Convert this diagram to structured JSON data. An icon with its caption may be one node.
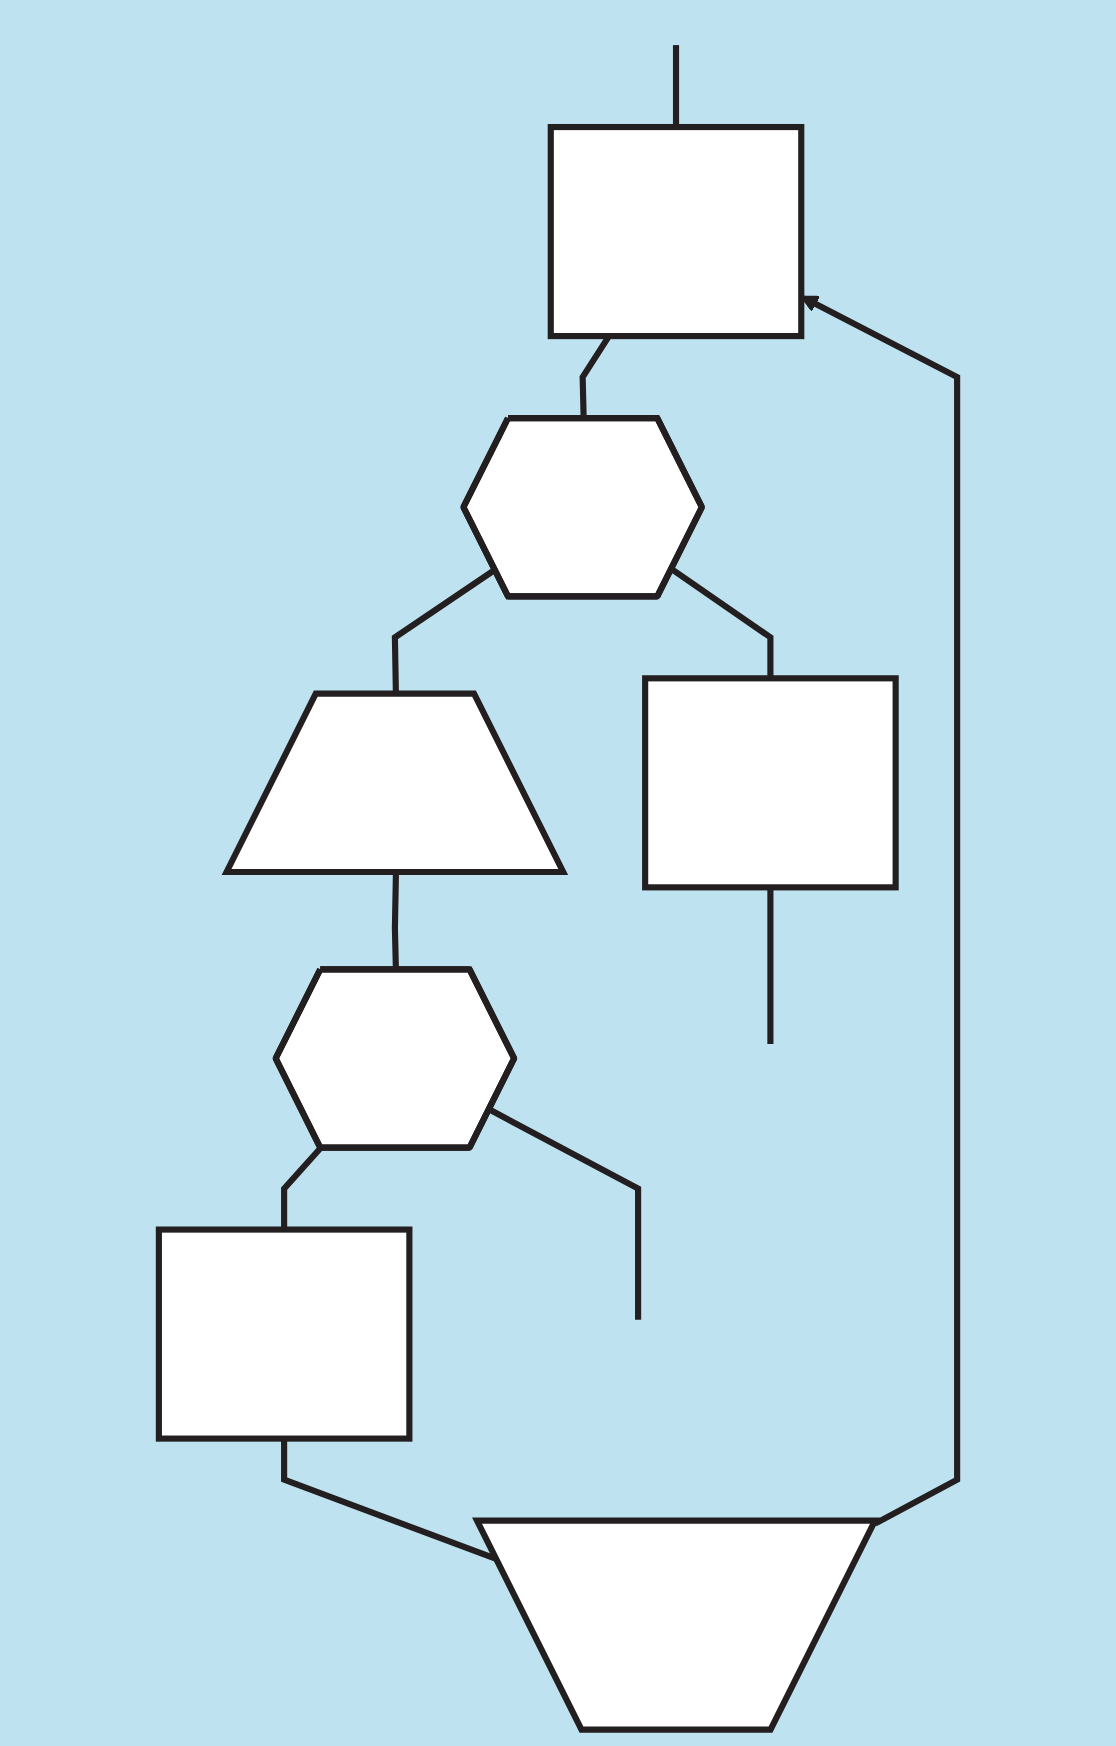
{
  "diagram": {
    "nodes": [
      {
        "text": [],
        "shape": "box"
      },
      {
        "text": [],
        "shape": "hexagon"
      },
      {
        "text": [],
        "shape": "box"
      },
      {
        "text": [],
        "shape": "trapezoid"
      },
      {
        "text": [],
        "shape": "hexagon"
      },
      {
        "text": [],
        "shape": "box"
      },
      {
        "text": [],
        "shape": "trapezoid"
      }
    ],
    "edges": [
      {
        "from": null,
        "to": 0,
        "arrow": "none"
      },
      {
        "from": 0,
        "to": 1,
        "arrow": "none"
      },
      {
        "from": 1,
        "to": 2,
        "arrow": "none"
      },
      {
        "from": 1,
        "to": 3,
        "arrow": "none"
      },
      {
        "from": 2,
        "to": null,
        "arrow": "none"
      },
      {
        "from": 3,
        "to": 4,
        "arrow": "none"
      },
      {
        "from": 4,
        "to": 5,
        "arrow": "none"
      },
      {
        "from": 4,
        "to": null,
        "arrow": "none"
      },
      {
        "from": 5,
        "to": 6,
        "arrow": "none"
      },
      {
        "from": 6,
        "to": 0,
        "arrow": "to"
      }
    ]
  }
}
